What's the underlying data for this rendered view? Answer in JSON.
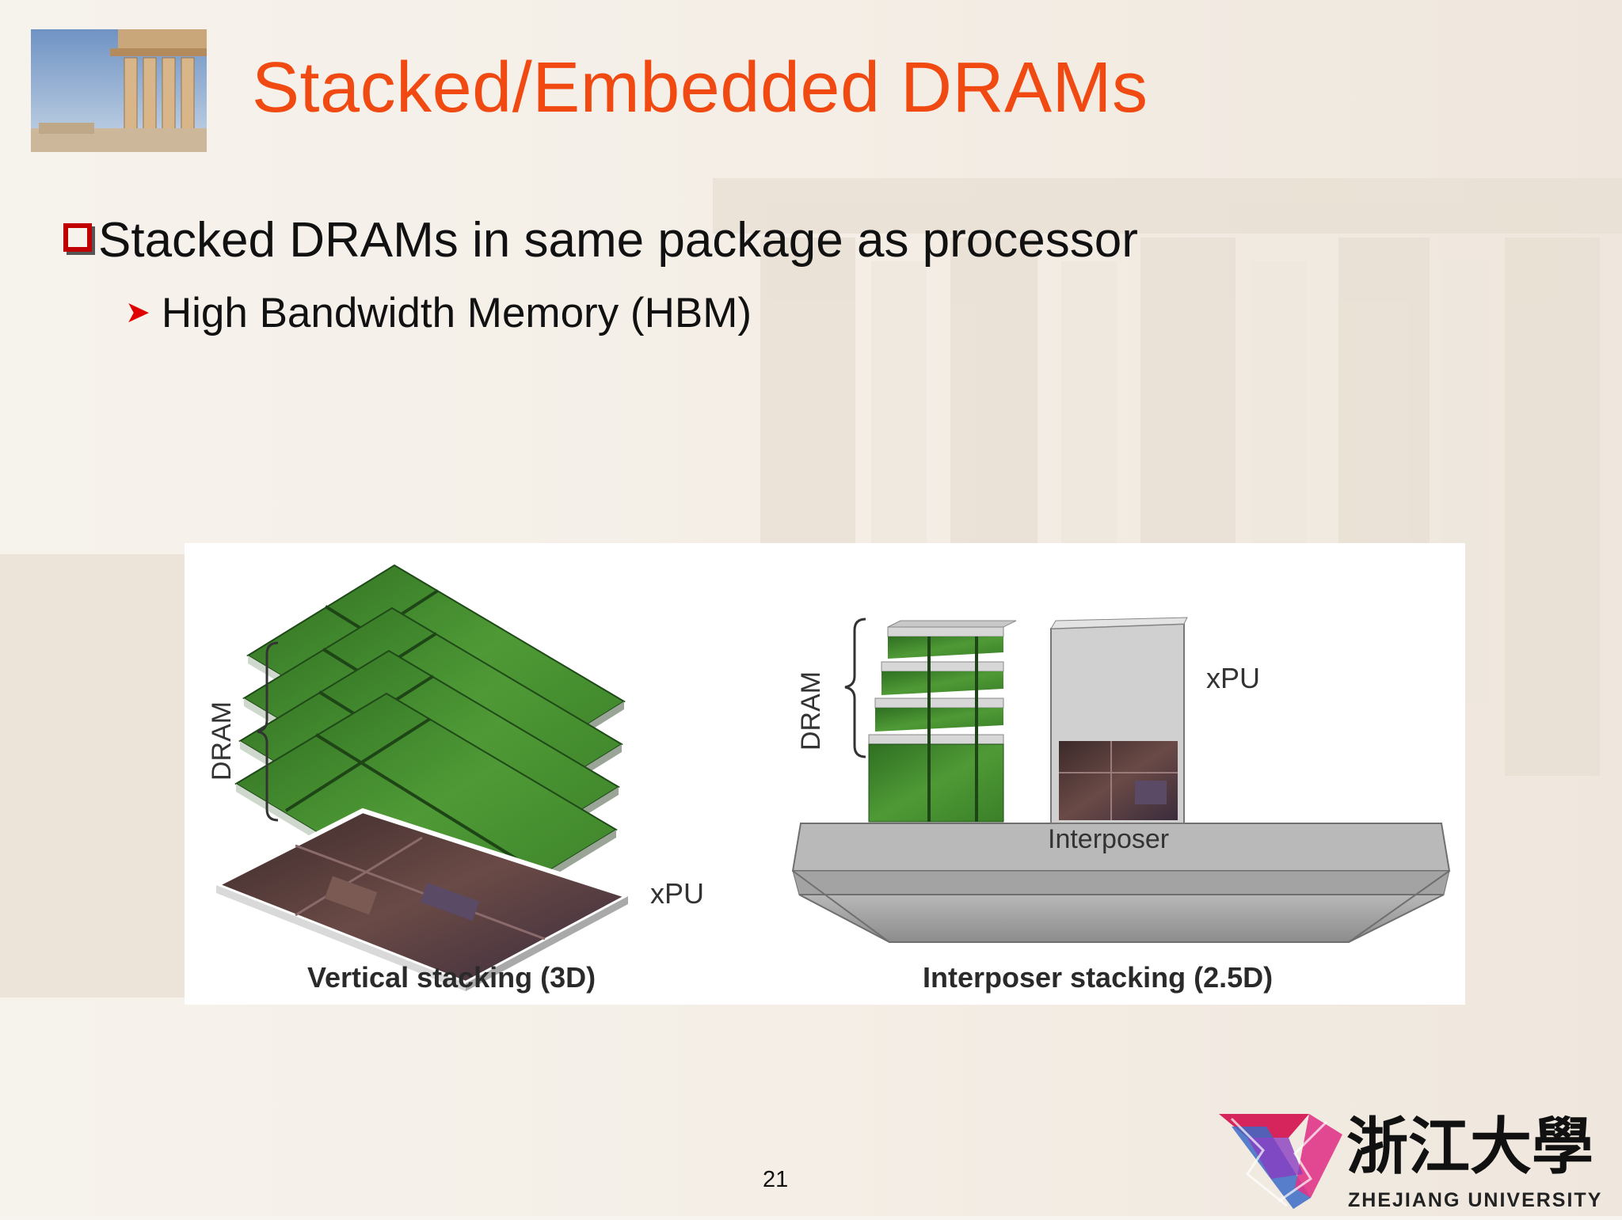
{
  "slide": {
    "title": "Stacked/Embedded DRAMs",
    "page_number": "21"
  },
  "bullets": {
    "level1": "Stacked DRAMs in same package as processor",
    "level2": "High Bandwidth Memory (HBM)"
  },
  "figure": {
    "left_panel": {
      "dram_label": "DRAM",
      "xpu_label": "xPU",
      "caption": "Vertical stacking (3D)"
    },
    "right_panel": {
      "dram_label": "DRAM",
      "xpu_label": "xPU",
      "interposer_label": "Interposer",
      "caption": "Interposer stacking (2.5D)"
    }
  },
  "logo": {
    "chinese": "浙江大學",
    "english": "ZHEJIANG UNIVERSITY"
  },
  "colors": {
    "title": "#f04a12",
    "bullet_box": "#c00000",
    "arrow": "#e00000",
    "dram_green": "#3f8a2c",
    "interposer_gray": "#a9a9a9"
  }
}
